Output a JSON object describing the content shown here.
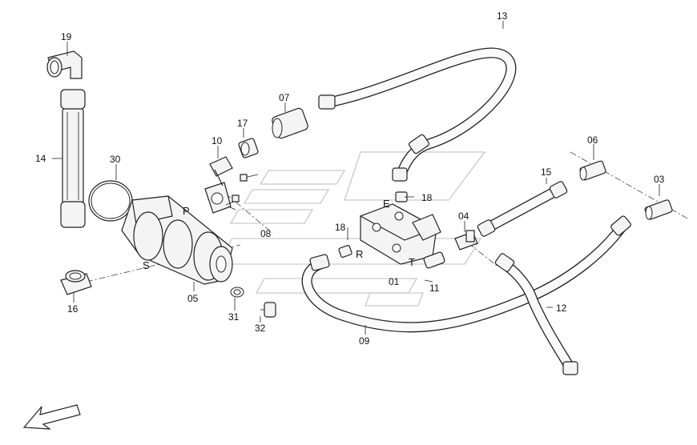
{
  "labels": {
    "p01": "01",
    "p03": "03",
    "p04": "04",
    "p05": "05",
    "p06": "06",
    "p07": "07",
    "p08": "08",
    "p09": "09",
    "p10": "10",
    "p11": "11",
    "p12": "12",
    "p13": "13",
    "p14": "14",
    "p15": "15",
    "p16": "16",
    "p17": "17",
    "p18a": "18",
    "p18b": "18",
    "p19": "19",
    "p30": "30",
    "p31": "31",
    "p32": "32"
  },
  "ports": {
    "P": "P",
    "S": "S",
    "E": "E",
    "R": "R",
    "T": "T"
  },
  "icons": {
    "direction_arrow": "arrow-down-left-icon"
  }
}
